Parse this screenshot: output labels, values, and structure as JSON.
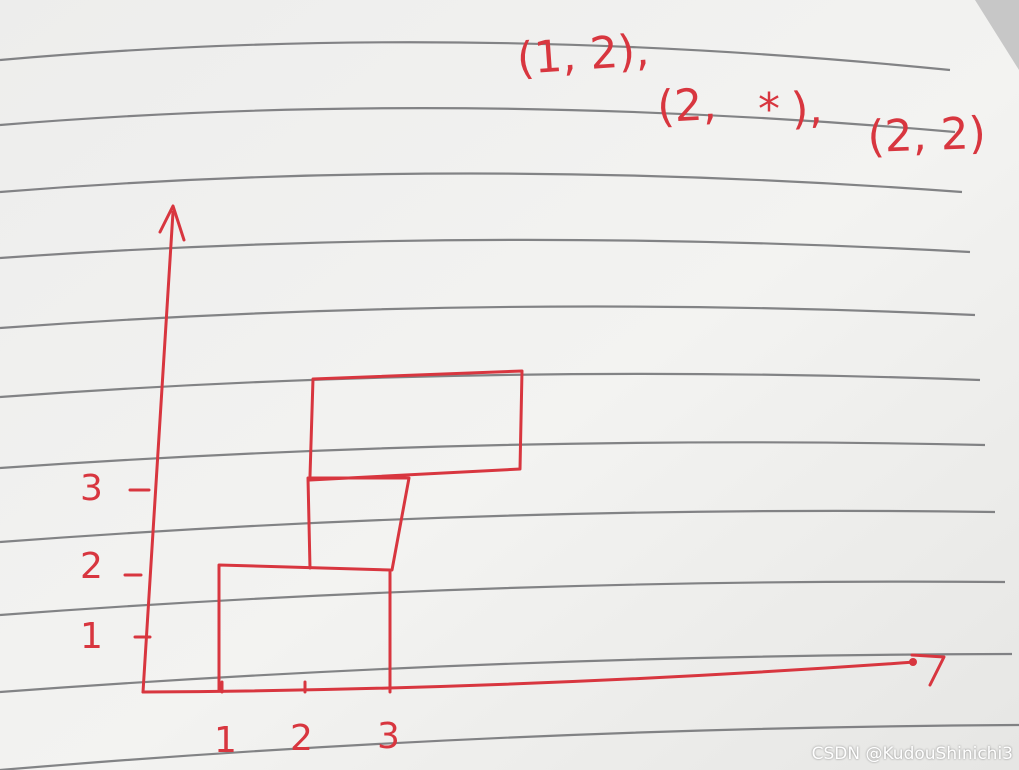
{
  "notes": {
    "pair_1": "(1, 2),",
    "pair_2": "(2,",
    "pair_2_y": "*",
    "pair_2_end": "),",
    "pair_3": "(2, 2)"
  },
  "axis": {
    "x_ticks": [
      "1",
      "2",
      "3"
    ],
    "y_ticks": [
      "1",
      "2",
      "3"
    ]
  },
  "watermark": "CSDN @KudouShinichi3",
  "colors": {
    "paper": "#f1f1ef",
    "ink": "#d8363f",
    "rule": "#6f7073"
  }
}
